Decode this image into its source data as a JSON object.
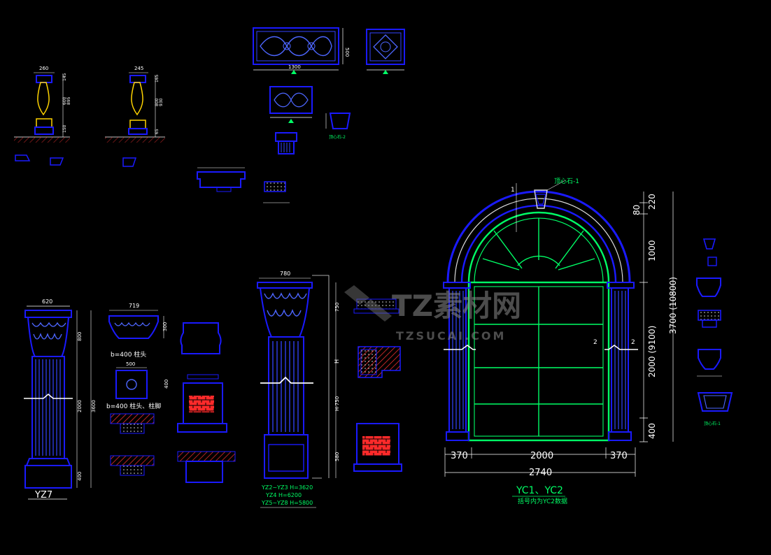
{
  "colors": {
    "background": "#000000",
    "outline": "#1a1aff",
    "dimension": "#ffffff",
    "window": "#00ff66",
    "brick": "#ff2a2a",
    "column_gold": "#ffd400"
  },
  "watermark": {
    "main": "TZ素材网",
    "sub": "TZSUCAI.COM"
  },
  "arch": {
    "keystone_label": "顶心石-1",
    "section_mark_left": "1",
    "section_mark_right": "2",
    "dims_bottom": [
      "370",
      "2000",
      "370"
    ],
    "total_width": "2740",
    "dims_right": [
      "80",
      "220",
      "1000",
      "2000 (9100)",
      "400"
    ],
    "height_total": "3700 (10800)",
    "title": "YC1、YC2",
    "subtitle": "括号内为YC2数据"
  },
  "left_column": {
    "width": "620",
    "dims": [
      "800",
      "2000",
      "3600",
      "400"
    ],
    "title": "YZ7"
  },
  "capital_detail": {
    "width": "719",
    "height": "300",
    "caption1": "b=400 柱头",
    "width2": "500",
    "height2": "400",
    "caption2": "b=400 柱头、柱脚"
  },
  "center_column": {
    "width": "780",
    "dims": [
      "750",
      "H",
      "H-750",
      "580"
    ],
    "notes": [
      "YZ2~YZ3 H=3620",
      "YZ4 H=6200",
      "YZ5~YZ8 H=5800"
    ]
  },
  "top_panels": {
    "panel1_width": "1300",
    "panel1_height": "500"
  },
  "balusters": {
    "b1_width": "260",
    "b1_dims": [
      "145",
      "600",
      "895",
      "150"
    ],
    "b2_width": "245",
    "b2_dims": [
      "165",
      "800",
      "930",
      "65"
    ]
  }
}
